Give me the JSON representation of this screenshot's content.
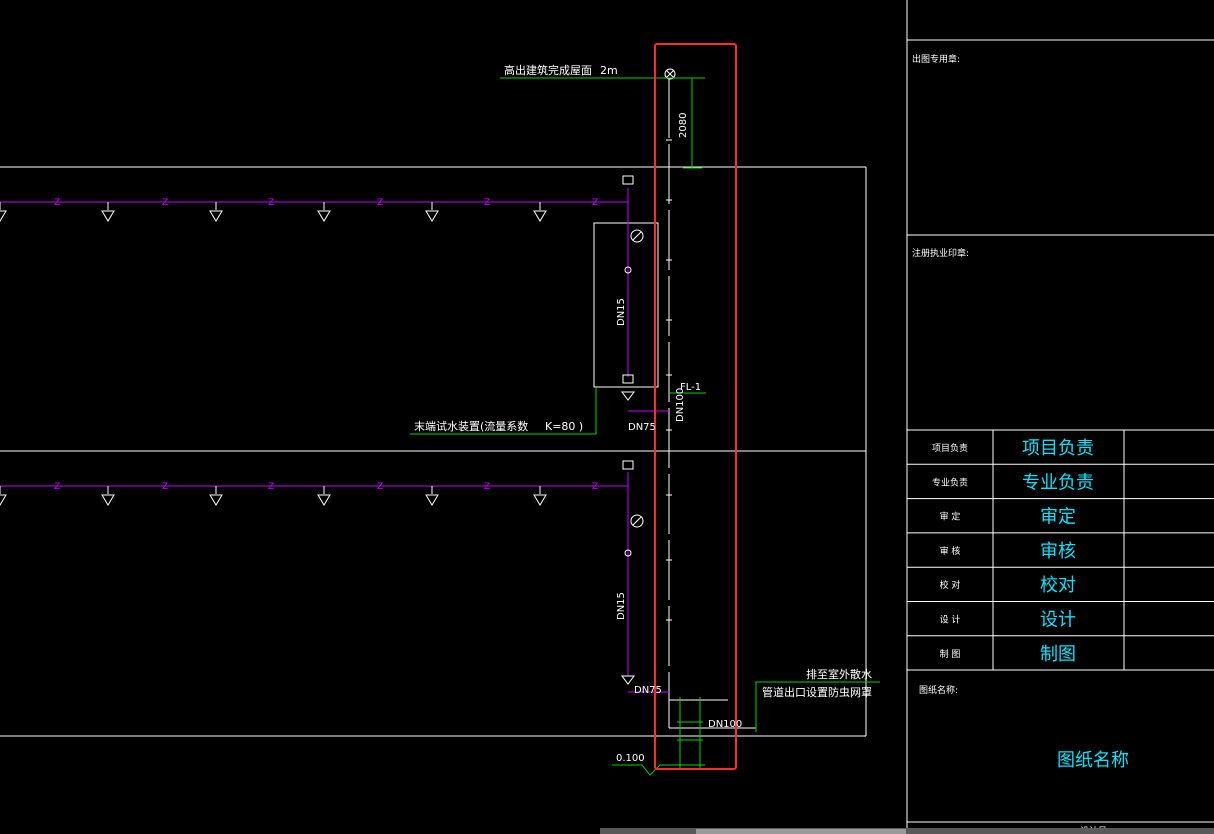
{
  "drawing": {
    "roof_note": "高出建筑完成屋面",
    "roof_height": "2m",
    "dim_2080": "2080",
    "pipe_fl": "FL-1",
    "dn100_vertical": "DN100",
    "dn75_a": "DN75",
    "dn15_a": "DN15",
    "dn15_b": "DN15",
    "dn75_b": "DN75",
    "dn100_bottom": "DN100",
    "terminal_device": "末端试水装置(流量系数",
    "k_value": "K=80 )",
    "discharge_line1": "排至室外散水",
    "discharge_line2": "管道出口设置防虫网罩",
    "elevation": "0.100",
    "pipe_code": "Z"
  },
  "title_block": {
    "stamp_label": "出图专用章:",
    "reg_stamp_label": "注册执业印章:",
    "drawing_name_label": "图纸名称:",
    "drawing_name_value": "图纸名称",
    "bottom_cut": "设计号",
    "rows": [
      {
        "role": "项目负责",
        "name": "项目负责"
      },
      {
        "role": "专业负责",
        "name": "专业负责"
      },
      {
        "role": "审  定",
        "name": "审定"
      },
      {
        "role": "审  核",
        "name": "审核"
      },
      {
        "role": "校  对",
        "name": "校对"
      },
      {
        "role": "设  计",
        "name": "设计"
      },
      {
        "role": "制  图",
        "name": "制图"
      }
    ]
  },
  "colors": {
    "magenta": "#c800ff",
    "green": "#00d200",
    "white": "#ffffff",
    "red": "#ff2a2a",
    "cyan": "#00e5ff"
  }
}
